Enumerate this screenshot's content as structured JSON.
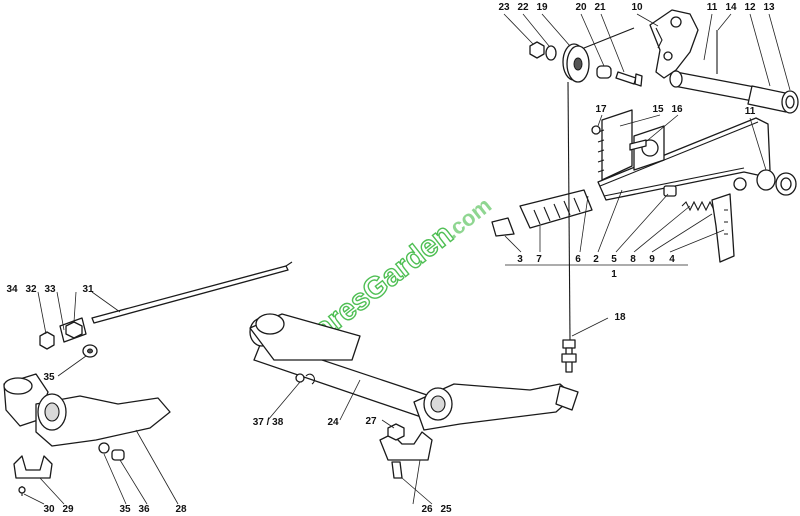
{
  "watermark": {
    "main": "SparesGarden",
    "domain": ".com",
    "color": "#4fbf54"
  },
  "callouts": [
    "1",
    "2",
    "3",
    "4",
    "5",
    "6",
    "7",
    "8",
    "9",
    "10",
    "11",
    "11",
    "12",
    "13",
    "14",
    "15",
    "16",
    "17",
    "18",
    "19",
    "20",
    "21",
    "22",
    "23",
    "24",
    "25",
    "26",
    "27",
    "28",
    "29",
    "30",
    "31",
    "32",
    "33",
    "34",
    "35",
    "35",
    "36",
    "37 / 38"
  ]
}
